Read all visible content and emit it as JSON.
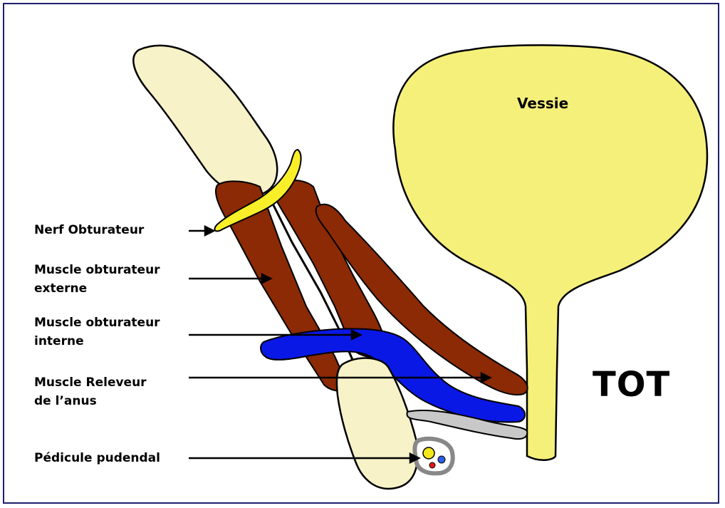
{
  "labels": {
    "nerf_obturateur": "Nerf Obturateur",
    "muscle_obturateur_externe_1": "Muscle obturateur",
    "muscle_obturateur_externe_2": "externe",
    "muscle_obturateur_interne_1": "Muscle obturateur",
    "muscle_obturateur_interne_2": "interne",
    "muscle_releveur_1": "Muscle Releveur",
    "muscle_releveur_2": "de l’anus",
    "pedicule_pudendal": "Pédicule pudendal",
    "vessie": "Vessie",
    "tot": "TOT"
  },
  "colors": {
    "bone": "#f7f2c8",
    "bladder": "#f5f07a",
    "muscle": "#8b2a05",
    "nerve": "#f8ef28",
    "blue_band": "#0a18e6",
    "gray_band": "#c8c8c8",
    "frame": "#1f1f6e",
    "vessel_yellow": "#f3e81c",
    "vessel_blue": "#2d5ee6",
    "vessel_red": "#e01818"
  }
}
